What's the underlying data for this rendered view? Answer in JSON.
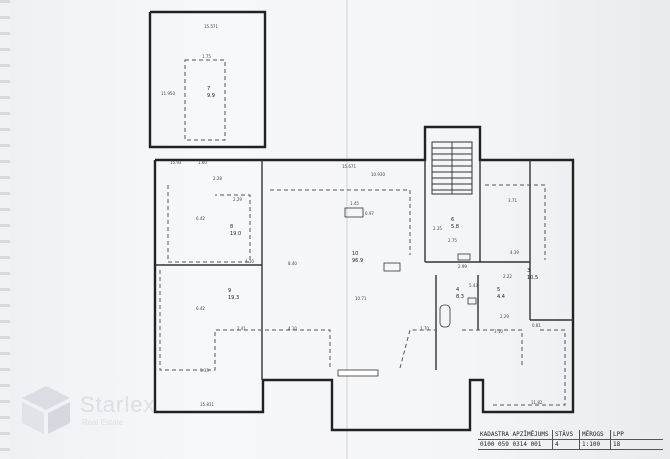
{
  "plan": {
    "rooms": [
      {
        "id": "7",
        "area": "9.9"
      },
      {
        "id": "8",
        "area": "19.0"
      },
      {
        "id": "9",
        "area": "19.3"
      },
      {
        "id": "10",
        "area": "96.9"
      },
      {
        "id": "6",
        "area": "5.8"
      },
      {
        "id": "5",
        "area": "4.4"
      },
      {
        "id": "4",
        "area": "8.3"
      },
      {
        "id": "3",
        "area": "10.5"
      }
    ],
    "dimensions": [
      "15.571",
      "1.75",
      "11.950",
      "15.93",
      "1.60",
      "2.28",
      "2.29",
      "6.42",
      "4.10",
      "6.42",
      "2.41",
      "4.10",
      "3.33",
      "15.831",
      "1.45",
      "15.671",
      "10.930",
      "0.97",
      "8.40",
      "10.71",
      "1.70",
      "2.35",
      "2.99",
      "5.43",
      "2.22",
      "2.29",
      "3.10",
      "3.71",
      "2.75",
      "4.39",
      "11.82",
      "0.81"
    ]
  },
  "brand": {
    "name": "Starlex",
    "subtitle": "Real Estate"
  },
  "stamp": {
    "headers": [
      "KADASTRA APZĪMĒJUMS",
      "STĀVS",
      "MĒROGS",
      "LPP"
    ],
    "values": [
      "0100 059 0314 001",
      "4",
      "1:100",
      "18"
    ]
  },
  "colors": {
    "paper": "#f4f5f7",
    "ink": "#222222",
    "watermark": "#c9ced6"
  }
}
